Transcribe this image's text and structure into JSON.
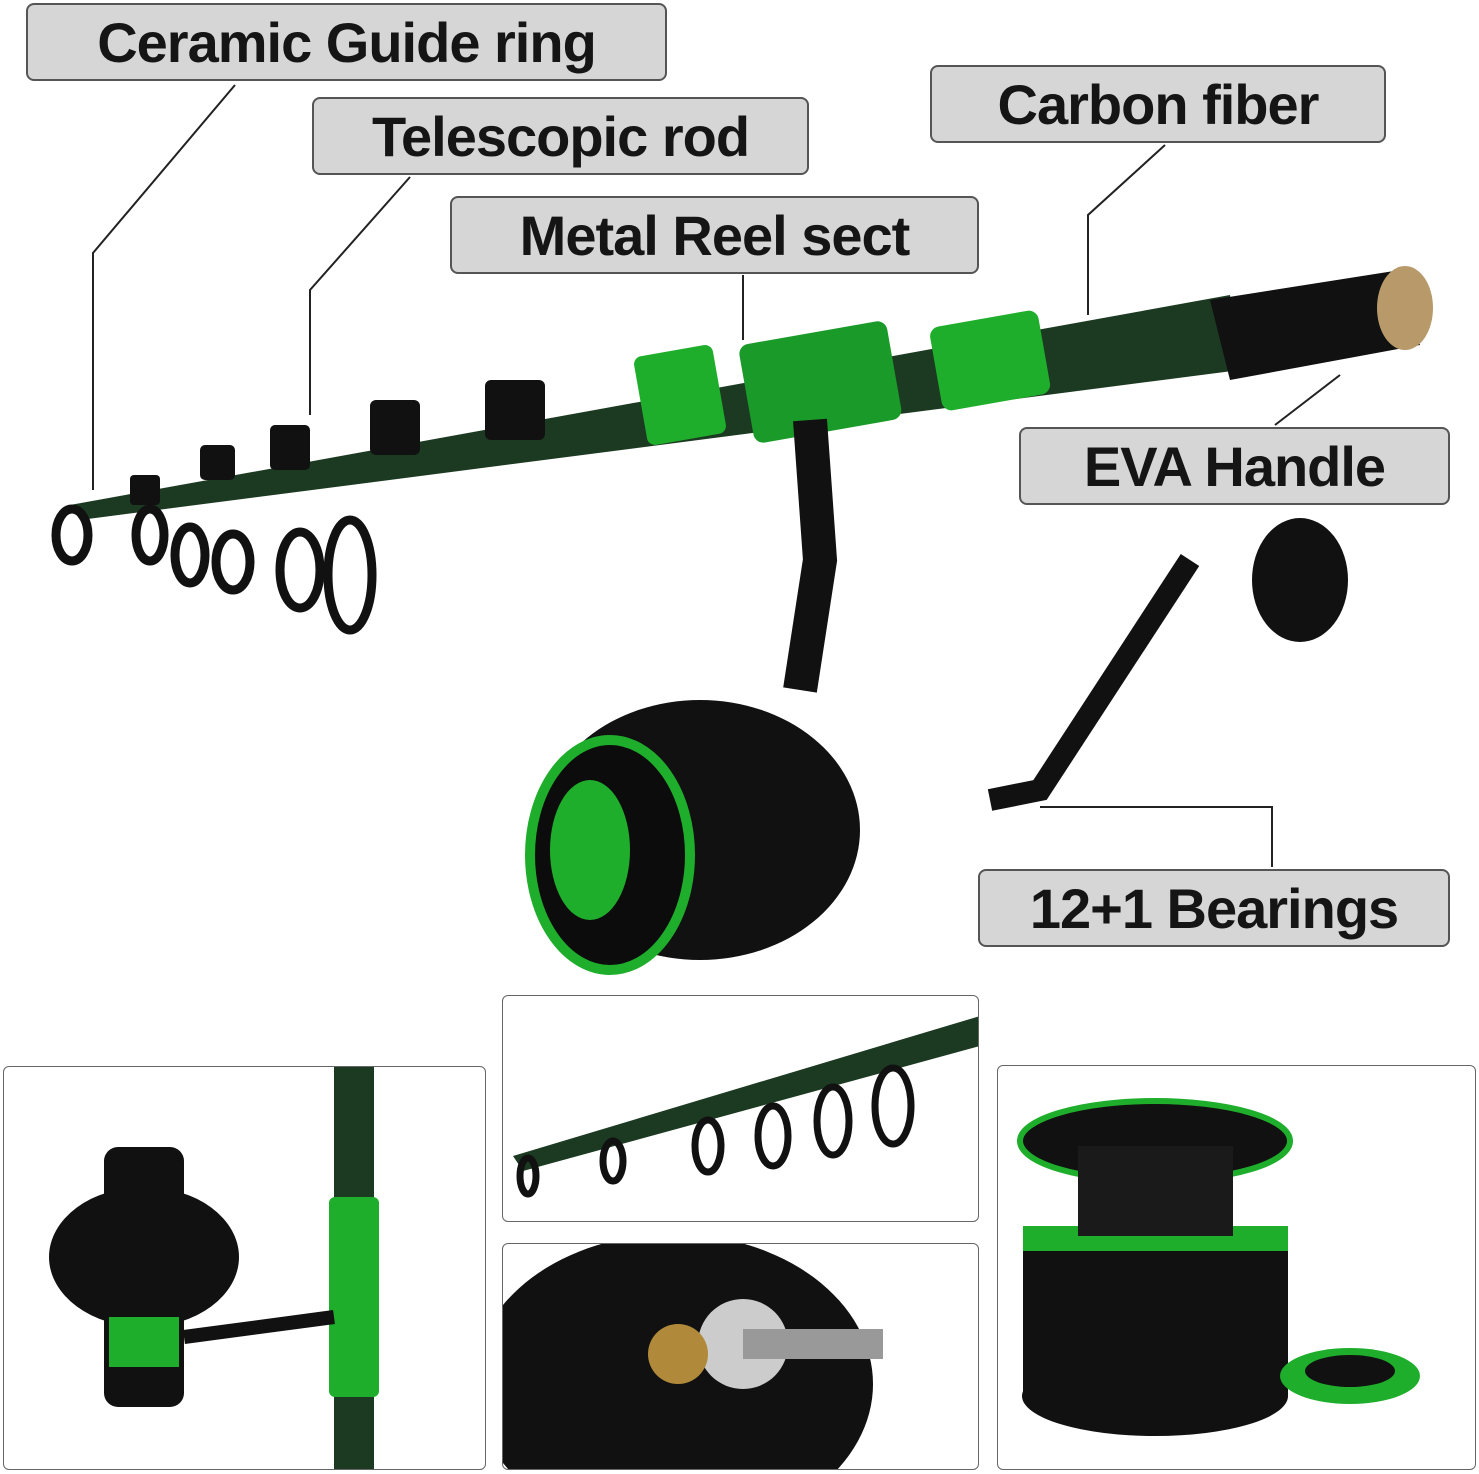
{
  "callouts": {
    "ceramic_guide_ring": "Ceramic Guide ring",
    "telescopic_rod": "Telescopic rod",
    "metal_reel_seat": "Metal Reel sect",
    "carbon_fiber": "Carbon fiber",
    "eva_handle": "EVA Handle",
    "bearings": "12+1 Bearings"
  },
  "colors": {
    "accent_green": "#1fae2c",
    "label_bg": "#d6d6d6",
    "rod_dark": "#1c3a22"
  }
}
